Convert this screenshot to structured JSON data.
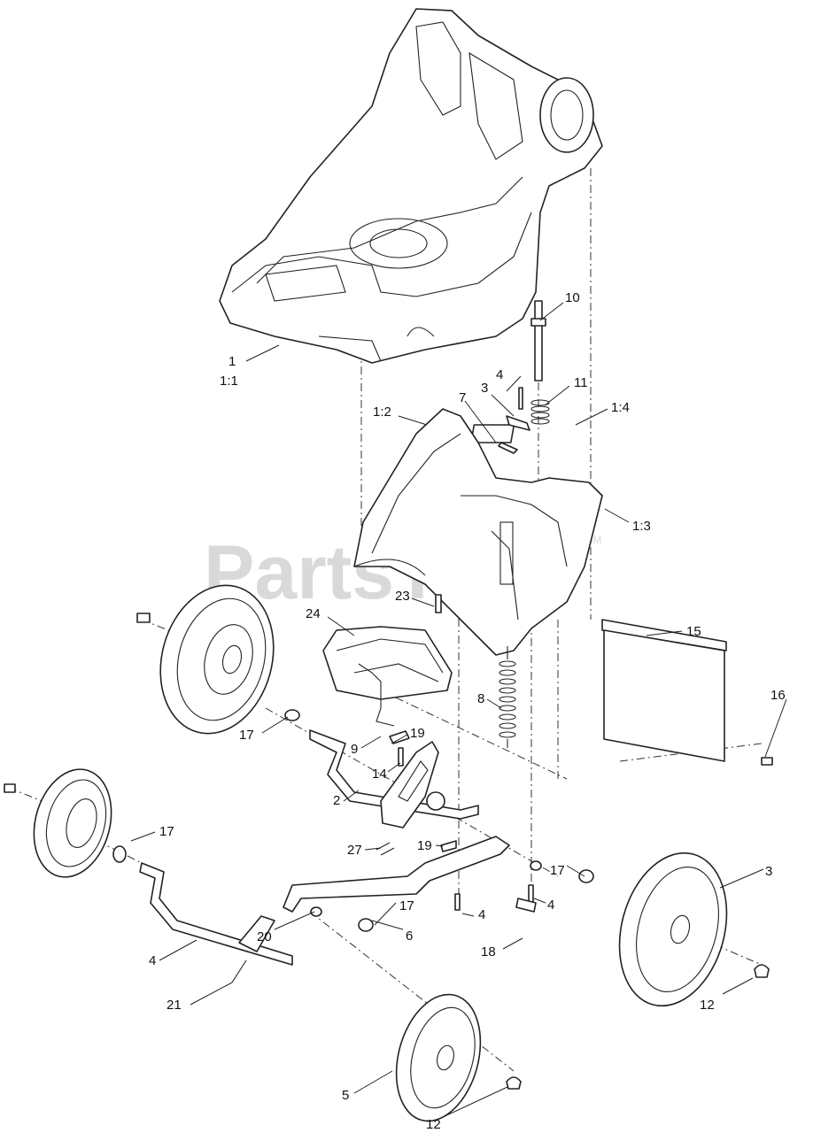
{
  "watermark": {
    "text": "PartsTree",
    "tm": "TM"
  },
  "labels": {
    "housing": "1",
    "housing_ratio": "1:1",
    "guard_left": "1:2",
    "guard_screw": "1:3",
    "decal": "1:4",
    "handle_rod": "10",
    "spring_top": "11",
    "bolt_top": "4",
    "bracket_top": "3",
    "pin_top": "7",
    "screw_mid": "23",
    "chute": "24",
    "flap": "15",
    "screw_flap": "16",
    "spring_long": "8",
    "washer_rear_left": "17",
    "lever_rod": "9",
    "clip_mid": "19",
    "screw_lever": "14",
    "rear_axle": "2",
    "washer_front_left": "17",
    "spring_small": "27",
    "clip_lower": "19",
    "bolt_lower": "4",
    "washer_rear_right": "17",
    "wheel_rear_right": "3",
    "link_bar": "6",
    "front_axle": "4",
    "pin_lower": "18",
    "bolt_lower_right": "4",
    "pin_front": "21",
    "washer_small": "20",
    "washer_front_right": "17",
    "hubcap_rear": "12",
    "wheel_front": "5",
    "hubcap_front": "12"
  }
}
